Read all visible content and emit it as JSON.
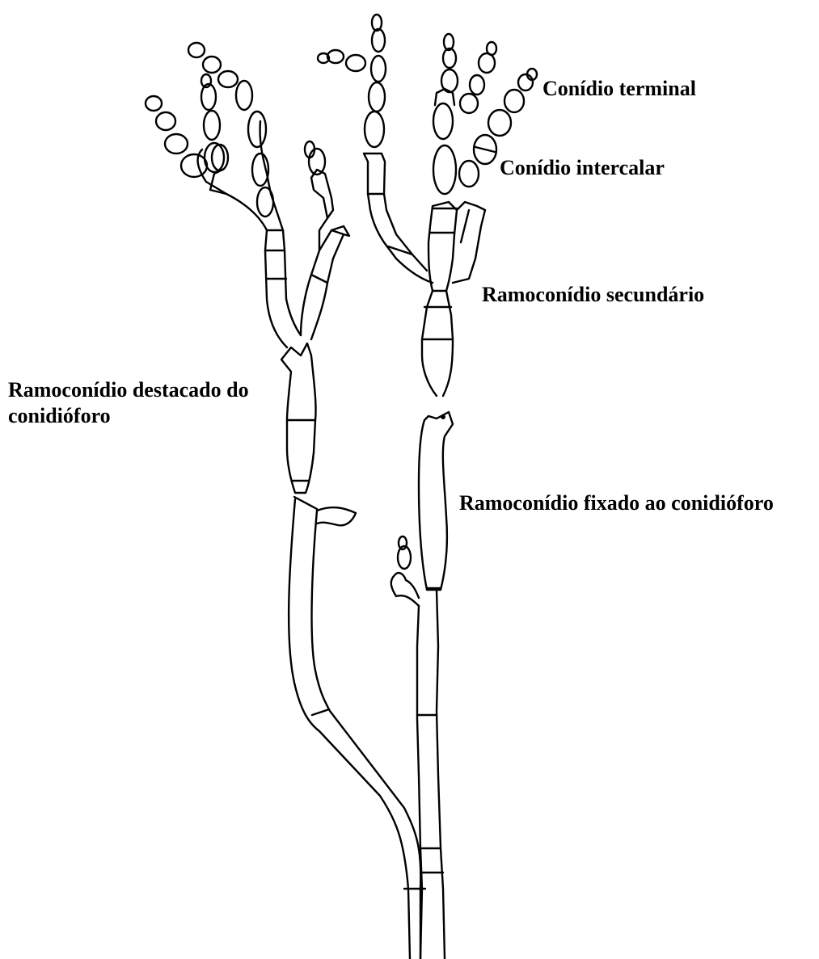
{
  "labels": {
    "conidio_terminal": "Conídio terminal",
    "conidio_intercalar": "Conídio intercalar",
    "ramoconidio_secundario": "Ramoconídio secundário",
    "ramoconidio_destacado_line1": "Ramoconídio destacado do",
    "ramoconidio_destacado_line2": "conidióforo",
    "ramoconidio_fixado": "Ramoconídio fixado ao conidióforo"
  },
  "colors": {
    "ink": "#000000",
    "background": "#ffffff"
  }
}
